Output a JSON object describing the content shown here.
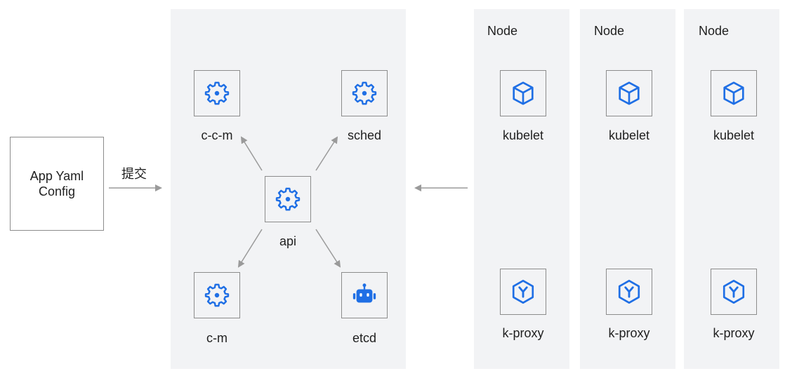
{
  "app_box": {
    "line1": "App Yaml",
    "line2": "Config"
  },
  "submit_label": "提交",
  "control_plane": {
    "ccm": {
      "label": "c-c-m",
      "icon": "gear-icon"
    },
    "sched": {
      "label": "sched",
      "icon": "gear-icon"
    },
    "api": {
      "label": "api",
      "icon": "gear-icon"
    },
    "cm": {
      "label": "c-m",
      "icon": "gear-icon"
    },
    "etcd": {
      "label": "etcd",
      "icon": "robot-icon"
    }
  },
  "nodes": [
    {
      "title": "Node",
      "kubelet": "kubelet",
      "proxy": "k-proxy"
    },
    {
      "title": "Node",
      "kubelet": "kubelet",
      "proxy": "k-proxy"
    },
    {
      "title": "Node",
      "kubelet": "kubelet",
      "proxy": "k-proxy"
    }
  ],
  "colors": {
    "accent": "#1f6fe5",
    "border": "#8c8c8c",
    "panel": "#f2f3f5",
    "arrow": "#9a9a9a"
  }
}
